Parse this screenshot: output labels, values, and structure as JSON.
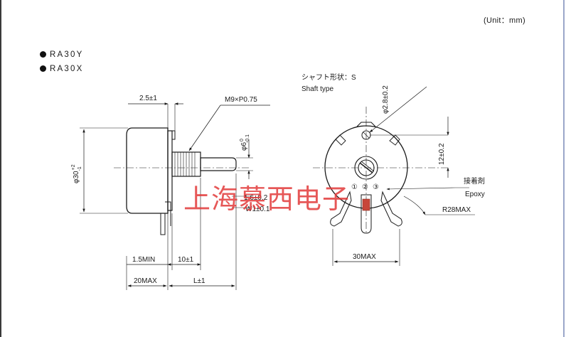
{
  "unit_note": "(Unit：mm)",
  "models": [
    "RA30Y",
    "RA30X"
  ],
  "shaft": {
    "type_jp": "シャフト形状：S",
    "type_en": "Shaft type"
  },
  "side_view": {
    "dim_2_5": "2.5±1",
    "thread": "M9×P0.75",
    "shaft_dia": "φ6",
    "shaft_dia_tol_top": "0",
    "shaft_dia_tol_bot": "-0.1",
    "body_dia": "φ30",
    "body_dia_tol_top": "+2",
    "body_dia_tol_bot": "-1",
    "dim_1_6": "1.6±0.2",
    "dim_w1": "W1±0.1",
    "dim_1_5min": "1.5MIN",
    "dim_10": "10±1",
    "dim_20max": "20MAX",
    "dim_l": "L±1"
  },
  "front_view": {
    "hole_dia": "φ2.8±0.2",
    "dim_12": "12±0.2",
    "epoxy_jp": "接着剤",
    "epoxy_en": "Epoxy",
    "r28": "R28MAX",
    "dim_30max": "30MAX",
    "term_1": "①",
    "term_2": "②",
    "term_3": "③"
  },
  "watermark": "上海慕西电子"
}
